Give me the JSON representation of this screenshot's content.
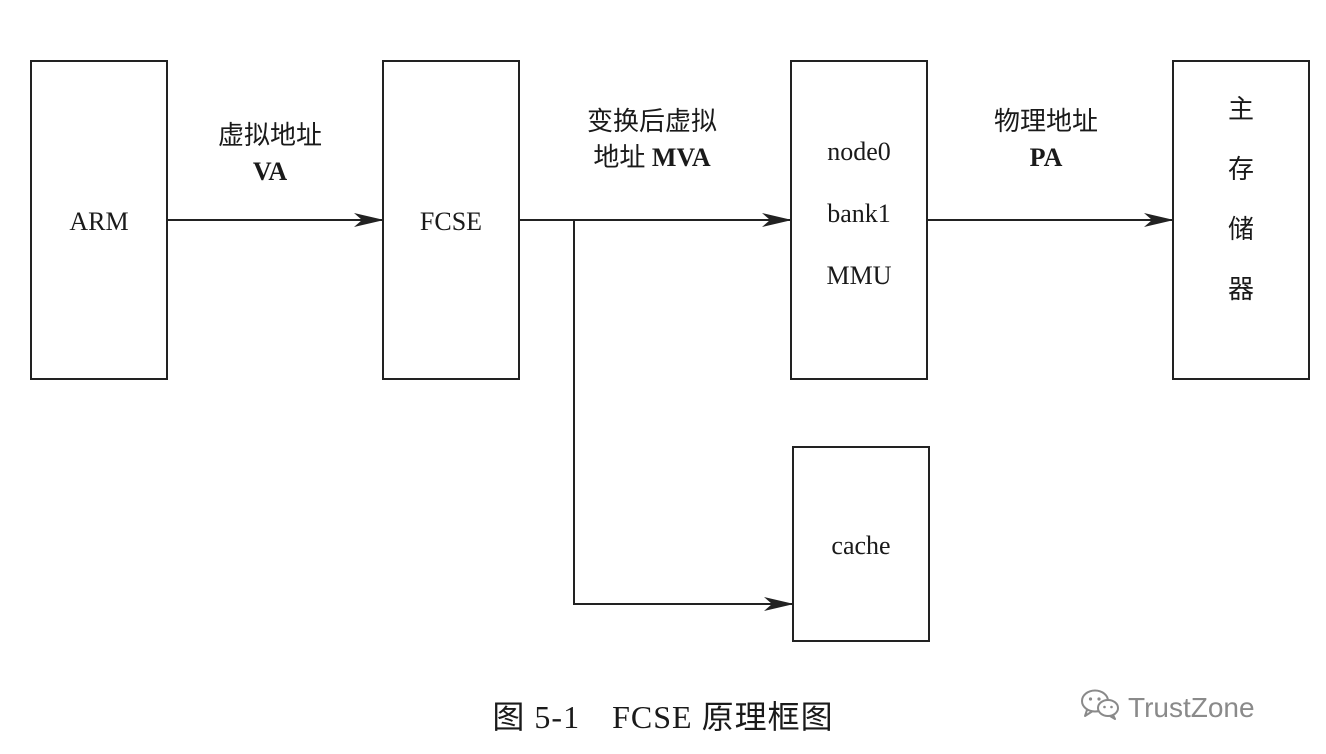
{
  "nodes": {
    "arm": "ARM",
    "fcse": "FCSE",
    "mmu_lines": [
      "node0",
      "bank1",
      "MMU"
    ],
    "cache": "cache",
    "main_memory_chars": [
      "主",
      "存",
      "储",
      "器"
    ]
  },
  "edges": {
    "arm_to_fcse": {
      "line1": "虚拟地址",
      "line2": "VA"
    },
    "fcse_to_mmu": {
      "line1": "变换后虚拟",
      "line2_prefix": "地址 ",
      "line2_bold": "MVA"
    },
    "mmu_to_memory": {
      "line1": "物理地址",
      "line2": "PA"
    }
  },
  "caption": {
    "number": "图 5-1",
    "title": "FCSE 原理框图"
  },
  "watermark": {
    "icon": "wechat-icon",
    "text": "TrustZone"
  }
}
